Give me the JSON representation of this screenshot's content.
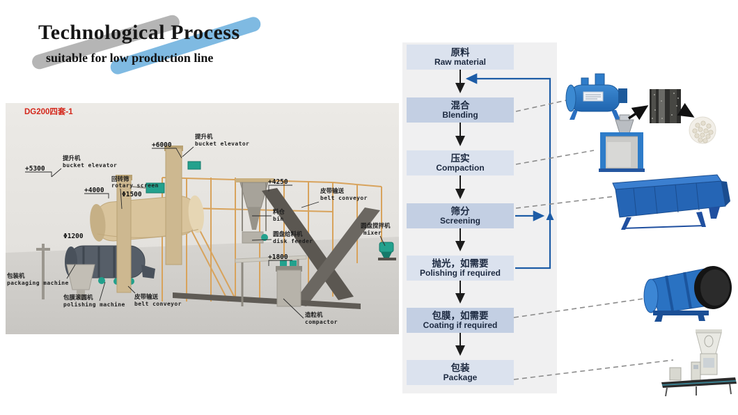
{
  "header": {
    "title": "Technological Process",
    "subtitle": "suitable for low production line",
    "swoosh_gray_color": "#b5b5b5",
    "swoosh_blue_color": "#7fbae2"
  },
  "render": {
    "tag": "DG200四套-1",
    "labels": [
      {
        "text": "+5300"
      },
      {
        "cn": "提升机",
        "en": "bucket elevator"
      },
      {
        "text": "+4000"
      },
      {
        "cn": "回转筛",
        "en": "rotary screen"
      },
      {
        "text": "Φ1500"
      },
      {
        "text": "+6000"
      },
      {
        "cn": "提升机",
        "en": "bucket elevator"
      },
      {
        "text": "+4250"
      },
      {
        "cn": "皮带输送",
        "en": "belt conveyor"
      },
      {
        "cn": "料仓",
        "en": "bin"
      },
      {
        "cn": "圆盘给料机",
        "en": "disk feeder"
      },
      {
        "cn": "圆盘搅拌机",
        "en": "mixer"
      },
      {
        "text": "+1800"
      },
      {
        "text": "Φ1200"
      },
      {
        "cn": "包装机",
        "en": "packaging machine"
      },
      {
        "cn": "包膜滚圆机",
        "en": "polishing machine"
      },
      {
        "cn": "皮带输送",
        "en": "belt conveyor"
      },
      {
        "cn": "造粒机",
        "en": "compactor"
      }
    ]
  },
  "flowchart": {
    "steps": [
      {
        "cn": "原料",
        "en": "Raw material"
      },
      {
        "cn": "混合",
        "en": "Blending"
      },
      {
        "cn": "压实",
        "en": "Compaction"
      },
      {
        "cn": "筛分",
        "en": "Screening"
      },
      {
        "cn": "抛光，如需要",
        "en": "Polishing if required"
      },
      {
        "cn": "包膜，如需要",
        "en": "Coating if required"
      },
      {
        "cn": "包装",
        "en": "Package"
      }
    ],
    "colors": {
      "box_light": "#dbe2ee",
      "box_dark": "#c3cfe3",
      "panel": "#f0f0f1",
      "flow_arrow": "#1c1c1c",
      "feedback_line": "#1d5ca6",
      "dashed_connector": "#8c8c8c",
      "text": "#1c2940"
    }
  },
  "machine_images": [
    "horizontal blender",
    "roller compactor",
    "compacted flakes",
    "granules",
    "rotary screen",
    "polishing drum",
    "packing machine with belt conveyor"
  ]
}
